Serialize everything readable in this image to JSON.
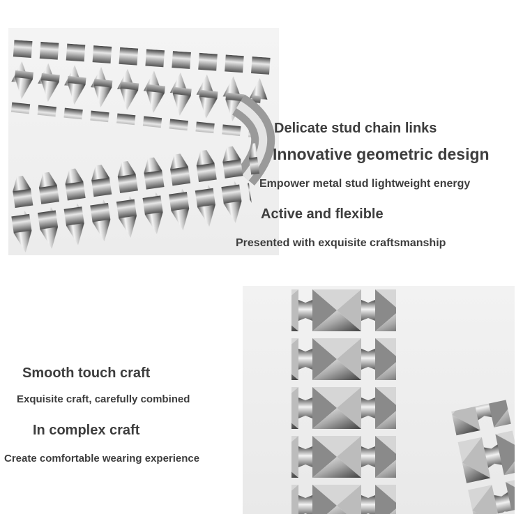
{
  "top_block": {
    "lines": [
      "Delicate stud chain links",
      "Innovative geometric design",
      "Empower metal stud lightweight energy",
      "Active and flexible",
      "Presented with exquisite craftsmanship"
    ]
  },
  "bottom_block": {
    "lines": [
      "Smooth touch craft",
      "Exquisite craft, carefully combined",
      "In complex craft",
      "Create comfortable wearing experience"
    ]
  },
  "colors": {
    "text": "#3d3d3d",
    "metal_light": "#f2f2f2",
    "metal_mid": "#b9b9b9",
    "metal_dark": "#4a4a4a"
  }
}
